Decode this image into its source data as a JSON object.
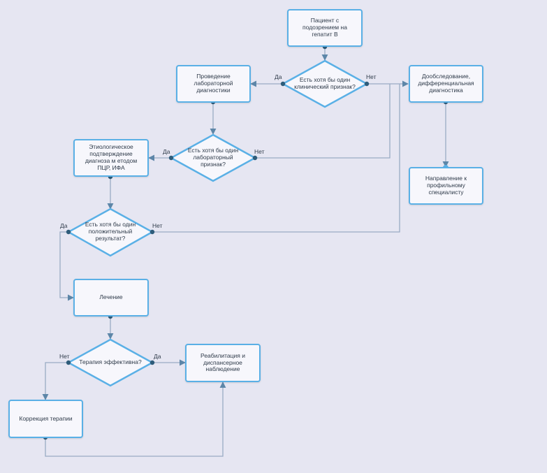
{
  "colors": {
    "background": "#e6e6f2",
    "node_border": "#5ab0e6",
    "node_fill": "#f7f7fc",
    "edge": "#9aabc4",
    "port": "#2e5c7a"
  },
  "nodes": {
    "start": "Пациент с подозрением на гепатит В",
    "q_clinical": "Есть хотя бы один клинический признак?",
    "lab_diag": "Проведение лабораторной диагностики",
    "extra_exam": "Дообследование, дифференциальная диагностика",
    "q_lab": "Есть хотя бы один лабораторный признак?",
    "referral": "Направление к профильному специалисту",
    "etiology": "Этиологическое подтверждение диагноза м етодом ПЦР, ИФА",
    "q_positive": "Есть хотя бы один положительный результат?",
    "treatment": "Лечение",
    "q_effective": "Терапия эффективна?",
    "rehab": "Реабилитация и диспансерное наблюдение",
    "correction": "Коррекция терапии"
  },
  "edge_labels": {
    "yes": "Да",
    "no": "Нет"
  }
}
